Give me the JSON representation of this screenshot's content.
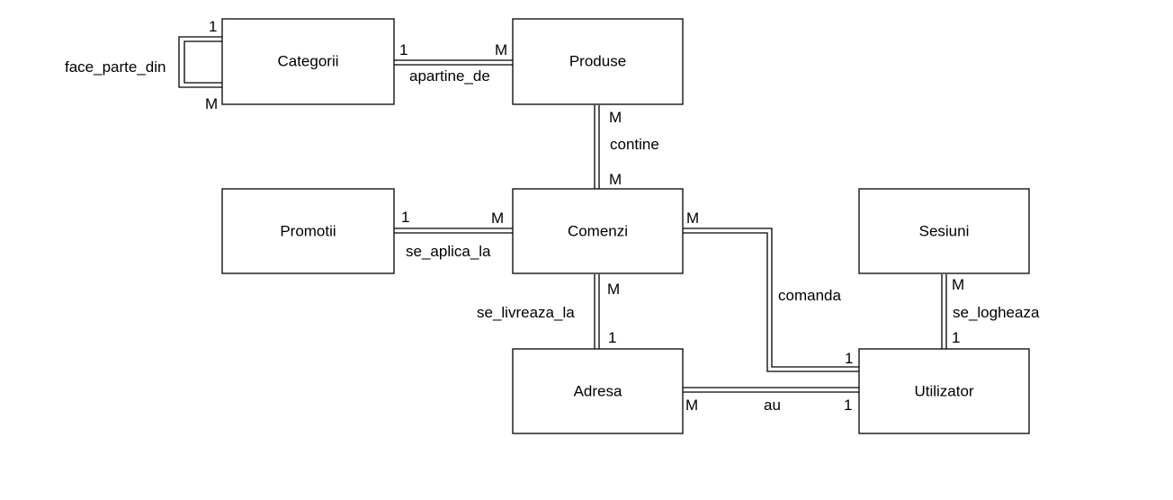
{
  "entities": {
    "categorii": "Categorii",
    "produse": "Produse",
    "promotii": "Promotii",
    "comenzi": "Comenzi",
    "sesiuni": "Sesiuni",
    "adresa": "Adresa",
    "utilizator": "Utilizator"
  },
  "relationships": {
    "face_parte_din": {
      "label": "face_parte_din",
      "card_a": "1",
      "card_b": "M"
    },
    "apartine_de": {
      "label": "apartine_de",
      "card_a": "1",
      "card_b": "M"
    },
    "contine": {
      "label": "contine",
      "card_a": "M",
      "card_b": "M"
    },
    "se_aplica_la": {
      "label": "se_aplica_la",
      "card_a": "1",
      "card_b": "M"
    },
    "se_livreaza_la": {
      "label": "se_livreaza_la",
      "card_a": "M",
      "card_b": "1"
    },
    "comanda": {
      "label": "comanda",
      "card_a": "M",
      "card_b": "1"
    },
    "se_logheaza": {
      "label": "se_logheaza",
      "card_a": "M",
      "card_b": "1"
    },
    "au": {
      "label": "au",
      "card_a": "M",
      "card_b": "1"
    }
  },
  "colors": {
    "stroke": "#000000",
    "background": "#ffffff"
  }
}
